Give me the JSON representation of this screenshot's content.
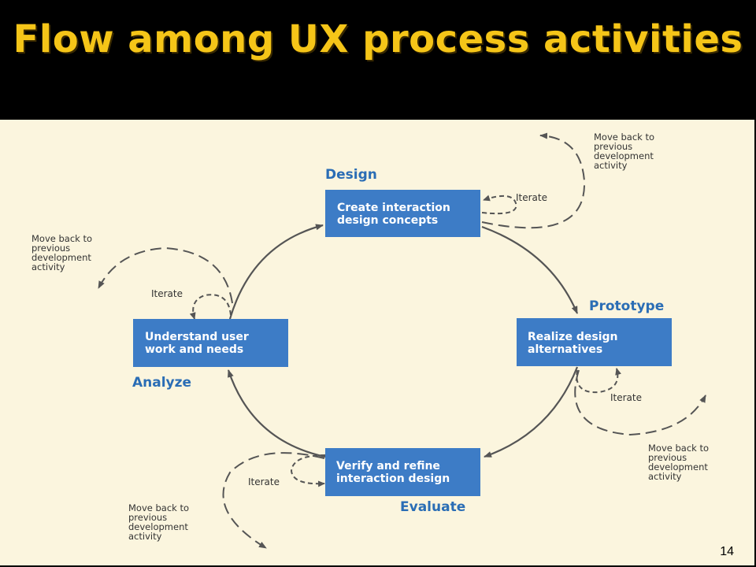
{
  "slide": {
    "title": "Flow among UX process activities",
    "page_number": "14"
  },
  "colors": {
    "title": "#f5c518",
    "background": "#fbf5de",
    "box": "#3d7cc6",
    "phase_label": "#2a6db5",
    "arrow": "#555555"
  },
  "diagram": {
    "phases": {
      "design": "Design",
      "prototype": "Prototype",
      "evaluate": "Evaluate",
      "analyze": "Analyze"
    },
    "boxes": {
      "design": [
        "Create interaction",
        "design concepts"
      ],
      "prototype": [
        "Realize design",
        "alternatives"
      ],
      "evaluate": [
        "Verify and refine",
        "interaction design"
      ],
      "analyze": [
        "Understand user",
        "work and needs"
      ]
    },
    "iterate_label": "Iterate",
    "move_back_lines": [
      "Move back to",
      "previous",
      "development",
      "activity"
    ]
  }
}
